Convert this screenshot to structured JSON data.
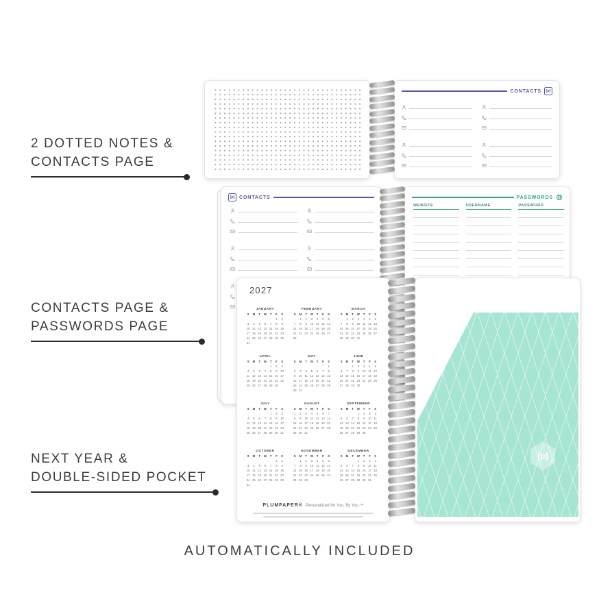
{
  "annotations": {
    "callouts": [
      {
        "lines": [
          "2 DOTTED NOTES &",
          "CONTACTS PAGE"
        ]
      },
      {
        "lines": [
          "CONTACTS PAGE &",
          "PASSWORDS PAGE"
        ]
      },
      {
        "lines": [
          "NEXT YEAR &",
          "DOUBLE-SIDED POCKET"
        ]
      }
    ],
    "footer": "AUTOMATICALLY INCLUDED"
  },
  "spread_notes_contacts": {
    "contacts_title": "CONTACTS",
    "contact_slots": 4
  },
  "spread_contacts_passwords": {
    "contacts_title": "CONTACTS",
    "passwords_title": "PASSWORDS",
    "password_columns": [
      "WEBSITE",
      "USERNAME",
      "PASSWORD"
    ],
    "contact_slots": 6,
    "password_rows": 9
  },
  "spread_year_pocket": {
    "year": "2027",
    "weekday_header": [
      "S",
      "M",
      "T",
      "W",
      "T",
      "F",
      "S"
    ],
    "months": [
      {
        "name": "JANUARY",
        "start": 5,
        "days": 31
      },
      {
        "name": "FEBRUARY",
        "start": 1,
        "days": 28
      },
      {
        "name": "MARCH",
        "start": 1,
        "days": 31
      },
      {
        "name": "APRIL",
        "start": 4,
        "days": 30
      },
      {
        "name": "MAY",
        "start": 6,
        "days": 31
      },
      {
        "name": "JUNE",
        "start": 2,
        "days": 30
      },
      {
        "name": "JULY",
        "start": 4,
        "days": 31
      },
      {
        "name": "AUGUST",
        "start": 0,
        "days": 31
      },
      {
        "name": "SEPTEMBER",
        "start": 3,
        "days": 30
      },
      {
        "name": "OCTOBER",
        "start": 5,
        "days": 31
      },
      {
        "name": "NOVEMBER",
        "start": 1,
        "days": 30
      },
      {
        "name": "DECEMBER",
        "start": 3,
        "days": 31
      }
    ],
    "brand": "PLUMPAPER®",
    "tagline": "Personalized for You. By You.™",
    "logo_monogram": "{p}"
  },
  "logo_glyph": "{p}",
  "colors": {
    "accent_purple": "#5456a8",
    "accent_teal": "#2ca18c",
    "pocket_mint": "#a6e4d4",
    "text_dark": "#3c3c3c"
  }
}
